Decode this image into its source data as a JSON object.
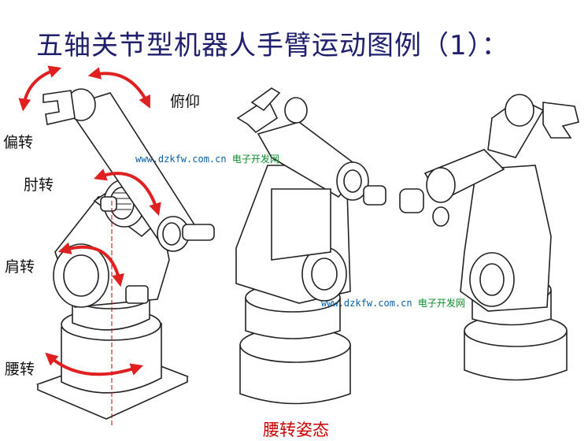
{
  "title": "五轴关节型机器人手臂运动图例（1）：",
  "labels": {
    "pitch": "俯仰",
    "yaw": "偏转",
    "elbow": "肘转",
    "shoulder": "肩转",
    "waist": "腰转"
  },
  "caption": "腰转姿态",
  "watermarks": [
    {
      "url": "www.dzkfw.com.cn",
      "text": "电子开发网"
    },
    {
      "url": "www.dzkfw.com.cn",
      "text": "电子开发网"
    }
  ],
  "colors": {
    "title": "#1f1f6e",
    "arrow": "#e02020",
    "caption": "#cc0000",
    "watermark_url": "#0a5fa8",
    "watermark_text": "#0a8a2c"
  }
}
